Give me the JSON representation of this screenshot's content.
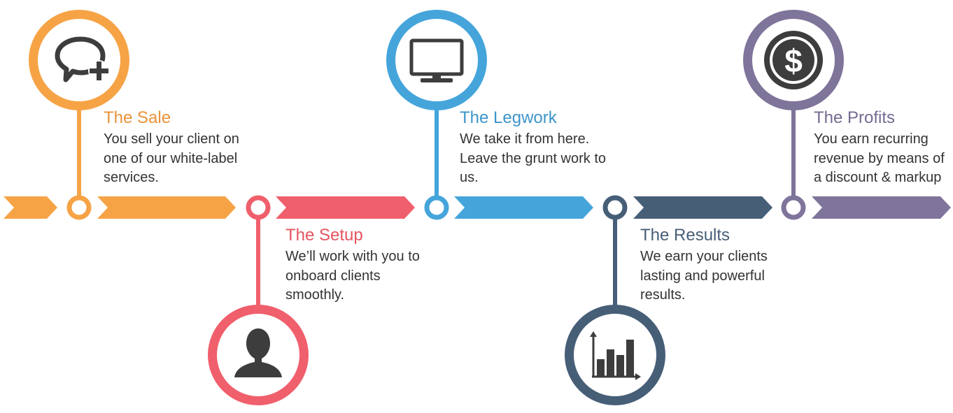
{
  "colors": {
    "sale": "#F6A346",
    "setup": "#F05F6C",
    "legwork": "#45A5DB",
    "results": "#475E77",
    "profits": "#7F749A",
    "icon": "#3D3D3D",
    "icon_bg": "#FFFFFF"
  },
  "steps": [
    {
      "title": "The Sale",
      "description": "You sell your client on one of our white-label services.",
      "icon": "chat-bubble-plus-icon"
    },
    {
      "title": "The Setup",
      "description": "We’ll work with you to onboard clients smoothly.",
      "icon": "person-silhouette-icon"
    },
    {
      "title": "The Legwork",
      "description": "We take it from here. Leave the grunt work to us.",
      "icon": "monitor-icon"
    },
    {
      "title": "The Results",
      "description": "We earn your clients lasting and powerful results.",
      "icon": "bar-chart-icon"
    },
    {
      "title": "The Profits",
      "description": "You earn recurring revenue by means of a discount & markup",
      "icon": "dollar-coin-icon"
    }
  ]
}
